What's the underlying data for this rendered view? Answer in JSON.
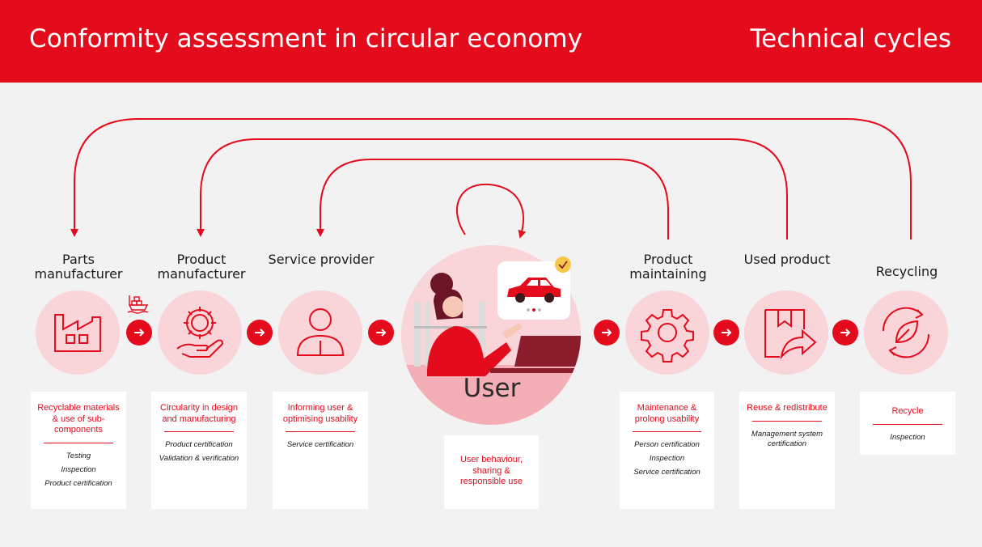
{
  "header": {
    "title": "Conformity assessment in circular economy",
    "subtitle": "Technical cycles"
  },
  "colors": {
    "accent": "#e30b1c",
    "soft": "#f9d4d8",
    "background": "#f2f2f2"
  },
  "stages": [
    {
      "name": "Parts manufacturer",
      "icon": "factory-icon",
      "card": {
        "heading": "Recyclable materials & use of sub-components",
        "items": [
          "Testing",
          "Inspection",
          "Product certification"
        ]
      }
    },
    {
      "name": "Product manufacturer",
      "icon": "gear-hand-icon",
      "card": {
        "heading": "Circularity in design and manufacturing",
        "items": [
          "Product certification",
          "Validation & verification"
        ]
      }
    },
    {
      "name": "Service provider",
      "icon": "person-icon",
      "card": {
        "heading": "Informing user & optimising usability",
        "items": [
          "Service certification"
        ]
      }
    },
    {
      "name": "User",
      "icon": "user-illustration",
      "card": {
        "heading": "User behaviour, sharing & responsible use",
        "items": []
      }
    },
    {
      "name": "Product maintaining",
      "icon": "gear-icon",
      "card": {
        "heading": "Maintenance & prolong usability",
        "items": [
          "Person certification",
          "Inspection",
          "Service certification"
        ]
      }
    },
    {
      "name": "Used product",
      "icon": "box-redistribute-icon",
      "card": {
        "heading": "Reuse & redistribute",
        "items": [
          "Management system certification"
        ]
      }
    },
    {
      "name": "Recycling",
      "icon": "recycle-leaf-icon",
      "card": {
        "heading": "Recycle",
        "items": [
          "Inspection"
        ]
      }
    }
  ],
  "shipping_icon": "ship-icon"
}
